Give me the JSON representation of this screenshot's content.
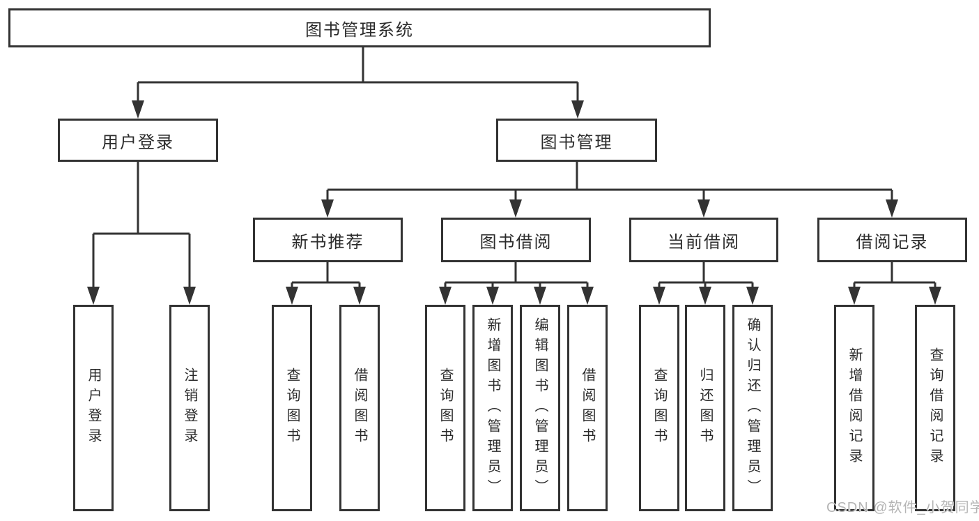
{
  "colors": {
    "background": "#ffffff",
    "line": "#333333",
    "box_border": "#333333",
    "text": "#2b2b2b",
    "watermark": "#b5b5b5"
  },
  "diagram": {
    "type": "tree",
    "root": {
      "label": "图书管理系统"
    },
    "user_login": {
      "label": "用户登录",
      "leaves": [
        "用户登录",
        "注销登录"
      ]
    },
    "book_mgmt": {
      "label": "图书管理",
      "sections": {
        "new_books": {
          "label": "新书推荐",
          "leaves": [
            "查询图书",
            "借阅图书"
          ]
        },
        "borrowing": {
          "label": "图书借阅",
          "leaves": [
            "查询图书",
            "新增图书（管理员）",
            "编辑图书（管理员）",
            "借阅图书"
          ]
        },
        "current": {
          "label": "当前借阅",
          "leaves": [
            "查询图书",
            "归还图书",
            "确认归还（管理员）"
          ]
        },
        "records": {
          "label": "借阅记录",
          "leaves": [
            "新增借阅记录",
            "查询借阅记录"
          ]
        }
      }
    }
  },
  "watermark": {
    "text": "CSDN @软件_小贺同学"
  }
}
